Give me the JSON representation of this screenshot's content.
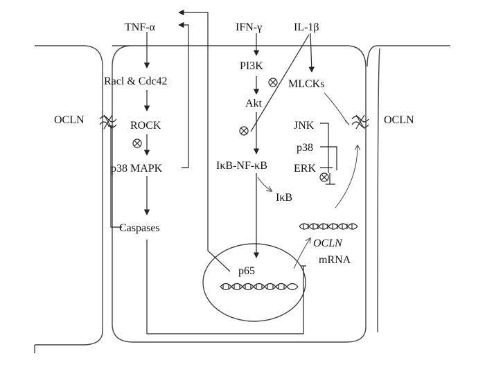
{
  "labels": {
    "tnf": "TNF-α",
    "ifn": "IFN-γ",
    "il1b": "IL-1β",
    "pi3k": "PI3K",
    "akt": "Akt",
    "mlcks": "MLCKs",
    "racl": "Racl & Cdc42",
    "rock": "ROCK",
    "p38mapk": "p38 MAPK",
    "ikb_nfkb": "IκB-NF-κB",
    "ikb": "IκB",
    "jnk": "JNK",
    "p38": "p38",
    "erk": "ERK",
    "caspases": "Caspases",
    "p65": "p65",
    "ocln_left": "OCLN",
    "ocln_right": "OCLN",
    "ocln_gene": "OCLN",
    "mrna": "mRNA"
  }
}
